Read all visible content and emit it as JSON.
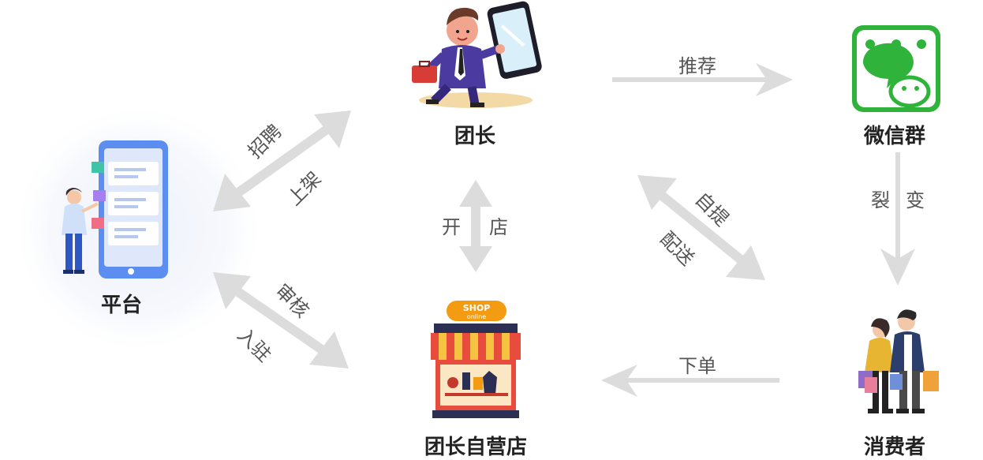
{
  "nodes": {
    "platform": "平台",
    "leader": "团长",
    "wechat_group": "微信群",
    "self_store": "团长自营店",
    "consumer": "消费者"
  },
  "edges": {
    "recruit": "招聘",
    "list": "上架",
    "review": "审核",
    "join": "入驻",
    "open": "开",
    "store": "店",
    "recommend": "推荐",
    "fission_a": "裂",
    "fission_b": "变",
    "pickup": "自提",
    "deliver": "配送",
    "order": "下单"
  },
  "icons": {
    "shop_sign_line1": "SHOP",
    "shop_sign_line2": "online"
  },
  "colors": {
    "arrow": "#dcdcdc",
    "wechat_green": "#2fb33a",
    "shop_red": "#e74c3c",
    "shop_orange": "#f39c12",
    "label": "#222222",
    "edge_text": "#555555"
  }
}
